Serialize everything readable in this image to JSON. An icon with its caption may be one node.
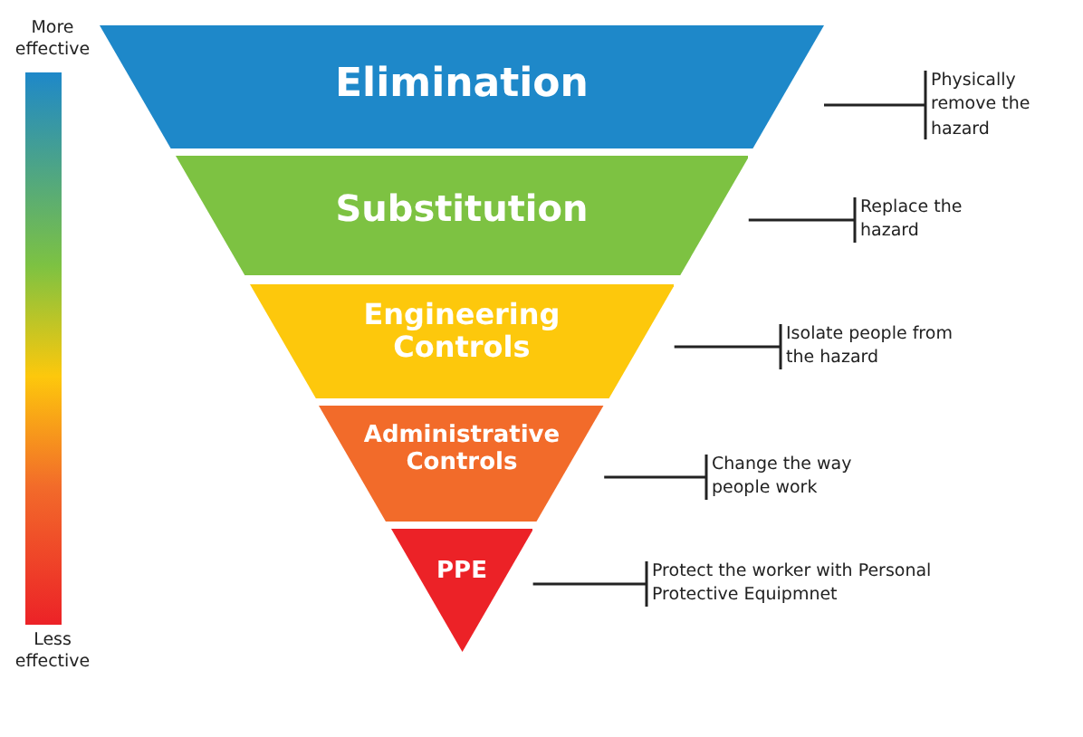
{
  "diagram": {
    "nodes": [
      {
        "text": [
          "Elimination"
        ]
      },
      {
        "text": [
          "Substitution"
        ]
      },
      {
        "text": [
          "Engineering Controls"
        ]
      },
      {
        "text": [
          "Administrative Controls"
        ]
      },
      {
        "text": [
          "PPE"
        ]
      },
      {
        "text": [
          "Physically remove the hazard"
        ]
      },
      {
        "text": [
          "Replace the hazard"
        ]
      },
      {
        "text": [
          "Isolate people from the hazard"
        ]
      },
      {
        "text": [
          "Change the way people work"
        ]
      },
      {
        "text": [
          "Protect the worker with Personal Protective Equipmnet"
        ]
      },
      {
        "text": [],
        "shape": "bar",
        "beside": [
          "More effective",
          "Less effective"
        ]
      }
    ],
    "edges": [
      {
        "from": 5,
        "to": 0,
        "arrow": "none"
      },
      {
        "from": 6,
        "to": 1,
        "arrow": "none"
      },
      {
        "from": 7,
        "to": 2,
        "arrow": "none"
      },
      {
        "from": 8,
        "to": 3,
        "arrow": "none"
      },
      {
        "from": 9,
        "to": 4,
        "arrow": "none"
      }
    ]
  }
}
